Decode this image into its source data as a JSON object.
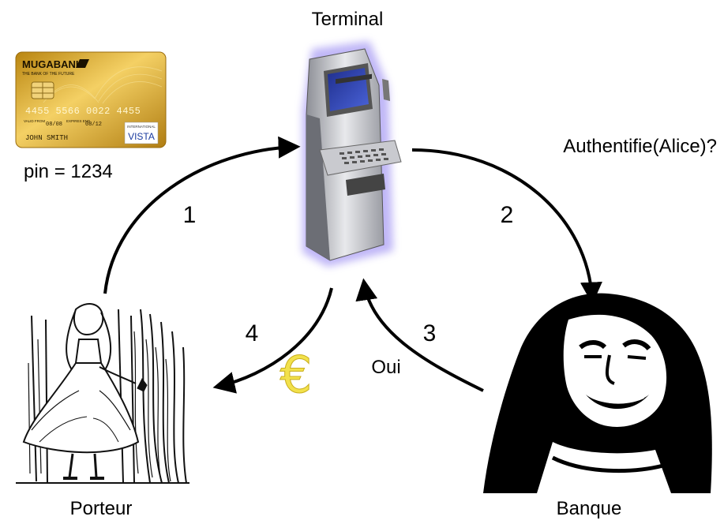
{
  "nodes": {
    "terminal": {
      "label": "Terminal"
    },
    "porteur": {
      "label": "Porteur"
    },
    "banque": {
      "label": "Banque"
    }
  },
  "card": {
    "bank_name": "MUGABANK",
    "tagline": "THE BANK OF THE FUTURE",
    "number": "4455 5566 0022 4455",
    "valid_label": "VALID FROM",
    "valid_date": "08/08",
    "expires_label": "EXPIRES END",
    "expires_date": "08/12",
    "holder": "JOHN SMITH",
    "network_small": "INTERNATIONAL",
    "network": "VISTA",
    "pin_text": "pin = 1234"
  },
  "steps": [
    {
      "number": "1"
    },
    {
      "number": "2",
      "message": "Authentifie(Alice)?"
    },
    {
      "number": "3",
      "message": "Oui"
    },
    {
      "number": "4",
      "icon": "euro-icon",
      "symbol": "€"
    }
  ],
  "colors": {
    "arrow": "#000000",
    "card_gold": "#d9a826",
    "screen": "#2b3fae",
    "euro": "#f2e14b"
  }
}
